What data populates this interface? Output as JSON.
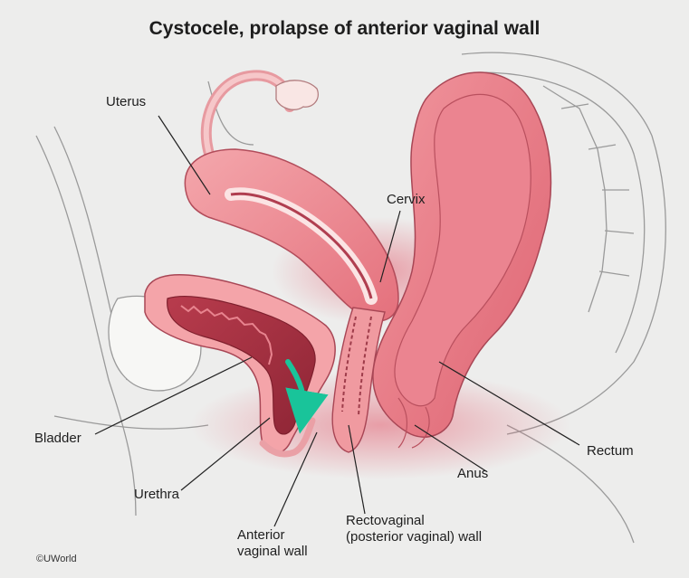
{
  "title": "Cystocele, prolapse of anterior vaginal wall",
  "labels": {
    "uterus": "Uterus",
    "cervix": "Cervix",
    "bladder": "Bladder",
    "urethra": "Urethra",
    "anterior_vaginal_wall": "Anterior\nvaginal wall",
    "rectovaginal_wall": "Rectovaginal\n(posterior vaginal) wall",
    "anus": "Anus",
    "rectum": "Rectum"
  },
  "credit": "©UWorld",
  "colors": {
    "background": "#ededec",
    "tissue": "#e8747f",
    "tissue_light": "#f2a3a8",
    "tissue_dark": "#c04a57",
    "arrow": "#19c49a"
  }
}
